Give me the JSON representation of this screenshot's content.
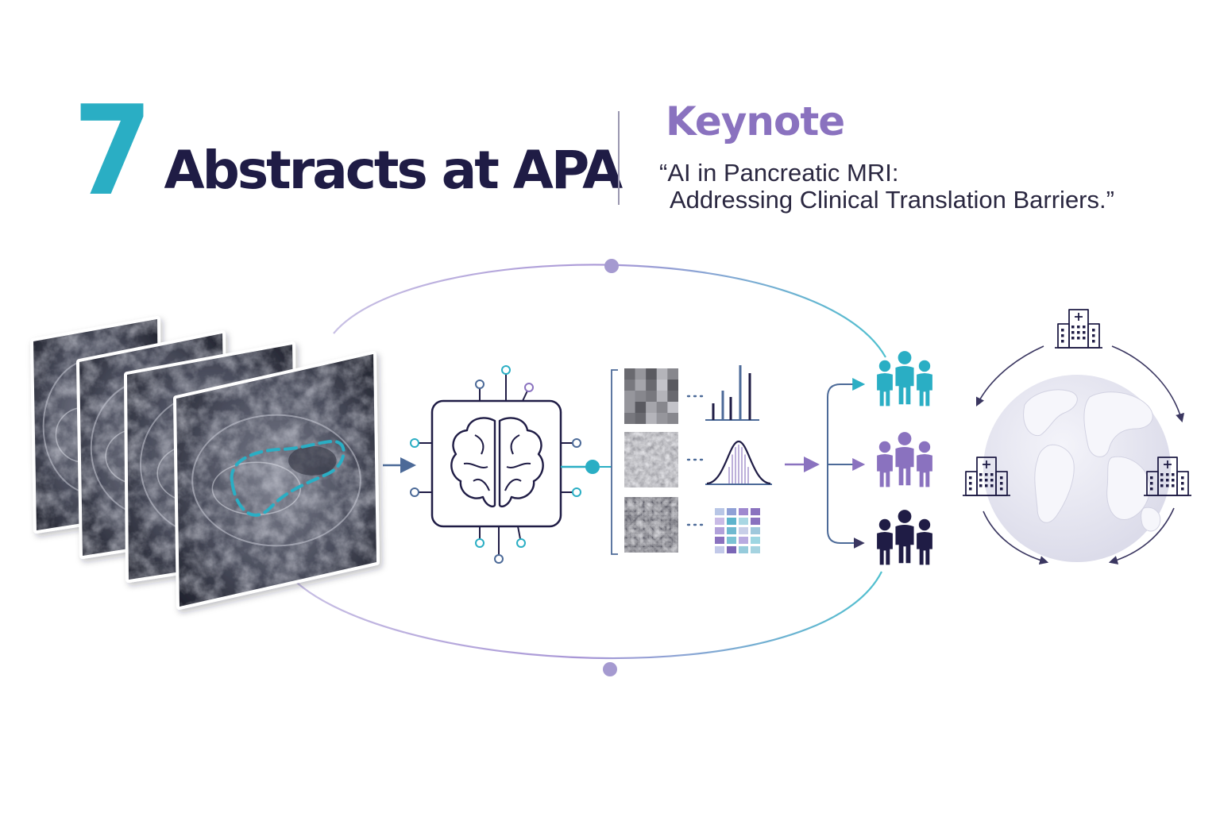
{
  "title": {
    "number": "7",
    "text": "Abstracts at APA"
  },
  "keynote": {
    "label": "Keynote",
    "quote_line_1": "“AI in Pancreatic MRI:",
    "quote_line_2": "Addressing Clinical Translation Barriers.”"
  },
  "colors": {
    "teal": "#2aaec4",
    "navy": "#1f1c45",
    "purple": "#8a72bf",
    "steel": "#4c6a98",
    "text": "#2a2740",
    "globe": "#e4e4ef",
    "globe_land": "#f6f6fb"
  },
  "icons": {
    "mri_stack": "mri-slice-stack",
    "brain": "brain-chip-icon",
    "features": [
      "texture-patch-icon",
      "bar-chart-icon",
      "bell-curve-icon",
      "heatmap-grid-icon"
    ],
    "cohorts": [
      "people-group-icon-teal",
      "people-group-icon-purple",
      "people-group-icon-navy"
    ],
    "hospitals": [
      "hospital-icon-top",
      "hospital-icon-left",
      "hospital-icon-right"
    ],
    "globe": "globe-icon"
  }
}
